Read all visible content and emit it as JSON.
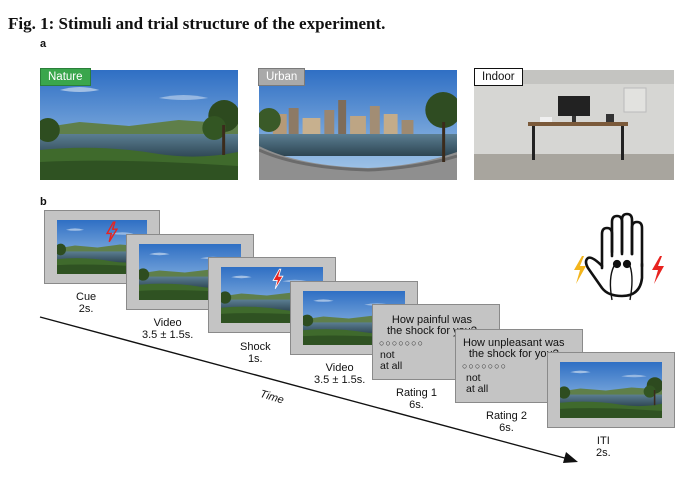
{
  "figure": {
    "title": "Fig. 1: Stimuli and trial structure of the experiment.",
    "panel_a": "a",
    "panel_b": "b"
  },
  "environments": [
    {
      "label": "Nature",
      "color": "#3aa64c"
    },
    {
      "label": "Urban",
      "color": "#a9a9a9"
    },
    {
      "label": "Indoor",
      "color": "#ffffff"
    }
  ],
  "trial": {
    "cue": {
      "name": "Cue",
      "duration": "2s."
    },
    "video1": {
      "name": "Video",
      "duration": "3.5 ± 1.5s."
    },
    "shock": {
      "name": "Shock",
      "duration": "1s."
    },
    "video2": {
      "name": "Video",
      "duration": "3.5 ± 1.5s."
    },
    "rating1": {
      "name": "Rating 1",
      "duration": "6s.",
      "question_line1": "How painful was",
      "question_line2": "the shock for you?",
      "anchor_line1": "not",
      "anchor_line2": "at all",
      "dots": "○○○○○○○"
    },
    "rating2": {
      "name": "Rating 2",
      "duration": "6s.",
      "question_line1": "How unpleasant was",
      "question_line2": "the shock for you?",
      "anchor_line1": "not",
      "anchor_line2": "at all",
      "dots": "○○○○○○○"
    },
    "iti": {
      "name": "ITI",
      "duration": "2s."
    },
    "time_label": "Time"
  },
  "colors": {
    "shock_red": "#e8231f",
    "shock_yellow": "#f3b51c",
    "screen_gray": "#c4c4c4"
  },
  "icons": [
    "lightning-bolt-icon",
    "hand-electrodes-icon"
  ]
}
